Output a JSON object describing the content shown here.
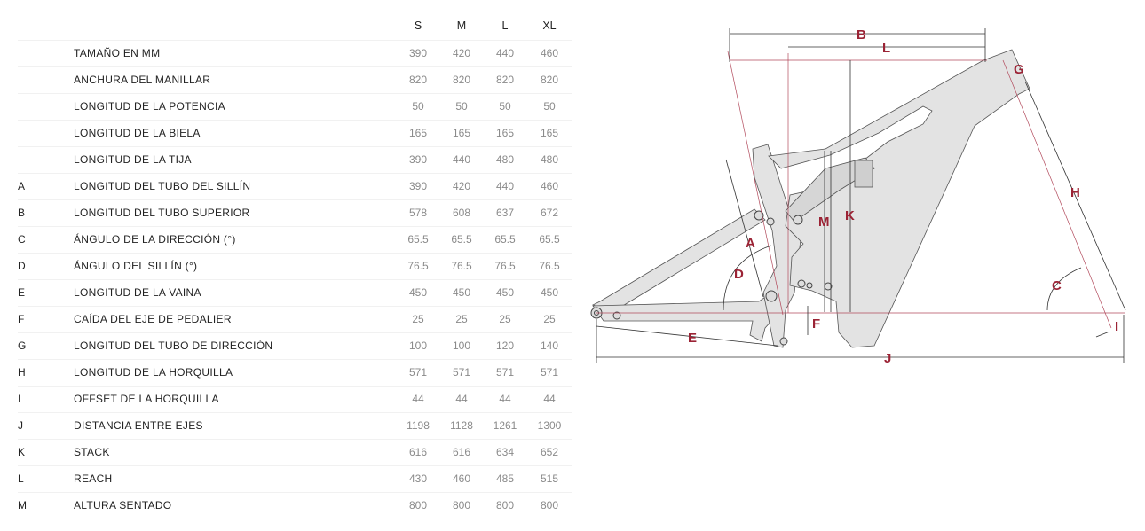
{
  "table": {
    "sizes": [
      "S",
      "M",
      "L",
      "XL"
    ],
    "rows": [
      {
        "letter": "",
        "label": "TAMAÑO EN MM",
        "values": [
          "390",
          "420",
          "440",
          "460"
        ]
      },
      {
        "letter": "",
        "label": "ANCHURA DEL MANILLAR",
        "values": [
          "820",
          "820",
          "820",
          "820"
        ]
      },
      {
        "letter": "",
        "label": "LONGITUD DE LA POTENCIA",
        "values": [
          "50",
          "50",
          "50",
          "50"
        ]
      },
      {
        "letter": "",
        "label": "LONGITUD DE LA BIELA",
        "values": [
          "165",
          "165",
          "165",
          "165"
        ]
      },
      {
        "letter": "",
        "label": "LONGITUD DE LA TIJA",
        "values": [
          "390",
          "440",
          "480",
          "480"
        ]
      },
      {
        "letter": "A",
        "label": "LONGITUD DEL TUBO DEL SILLÍN",
        "values": [
          "390",
          "420",
          "440",
          "460"
        ]
      },
      {
        "letter": "B",
        "label": "LONGITUD DEL TUBO SUPERIOR",
        "values": [
          "578",
          "608",
          "637",
          "672"
        ]
      },
      {
        "letter": "C",
        "label": "ÁNGULO DE LA DIRECCIÓN (°)",
        "values": [
          "65.5",
          "65.5",
          "65.5",
          "65.5"
        ]
      },
      {
        "letter": "D",
        "label": "ÁNGULO DEL SILLÍN (°)",
        "values": [
          "76.5",
          "76.5",
          "76.5",
          "76.5"
        ]
      },
      {
        "letter": "E",
        "label": "LONGITUD DE LA VAINA",
        "values": [
          "450",
          "450",
          "450",
          "450"
        ]
      },
      {
        "letter": "F",
        "label": "CAÍDA DEL EJE DE PEDALIER",
        "values": [
          "25",
          "25",
          "25",
          "25"
        ]
      },
      {
        "letter": "G",
        "label": "LONGITUD DEL TUBO DE DIRECCIÓN",
        "values": [
          "100",
          "100",
          "120",
          "140"
        ]
      },
      {
        "letter": "H",
        "label": "LONGITUD DE LA HORQUILLA",
        "values": [
          "571",
          "571",
          "571",
          "571"
        ]
      },
      {
        "letter": "I",
        "label": "OFFSET DE LA HORQUILLA",
        "values": [
          "44",
          "44",
          "44",
          "44"
        ]
      },
      {
        "letter": "J",
        "label": "DISTANCIA ENTRE EJES",
        "values": [
          "1198",
          "1128",
          "1261",
          "1300"
        ]
      },
      {
        "letter": "K",
        "label": "STACK",
        "values": [
          "616",
          "616",
          "634",
          "652"
        ]
      },
      {
        "letter": "L",
        "label": "REACH",
        "values": [
          "430",
          "460",
          "485",
          "515"
        ]
      },
      {
        "letter": "M",
        "label": "ALTURA SENTADO",
        "values": [
          "800",
          "800",
          "800",
          "800"
        ]
      }
    ]
  },
  "diagram": {
    "labels": {
      "A": "A",
      "B": "B",
      "C": "C",
      "D": "D",
      "E": "E",
      "F": "F",
      "G": "G",
      "H": "H",
      "I": "I",
      "J": "J",
      "K": "K",
      "L": "L",
      "M": "M"
    },
    "accent_color": "#9b2335",
    "frame_color": "#e2e2e2"
  }
}
